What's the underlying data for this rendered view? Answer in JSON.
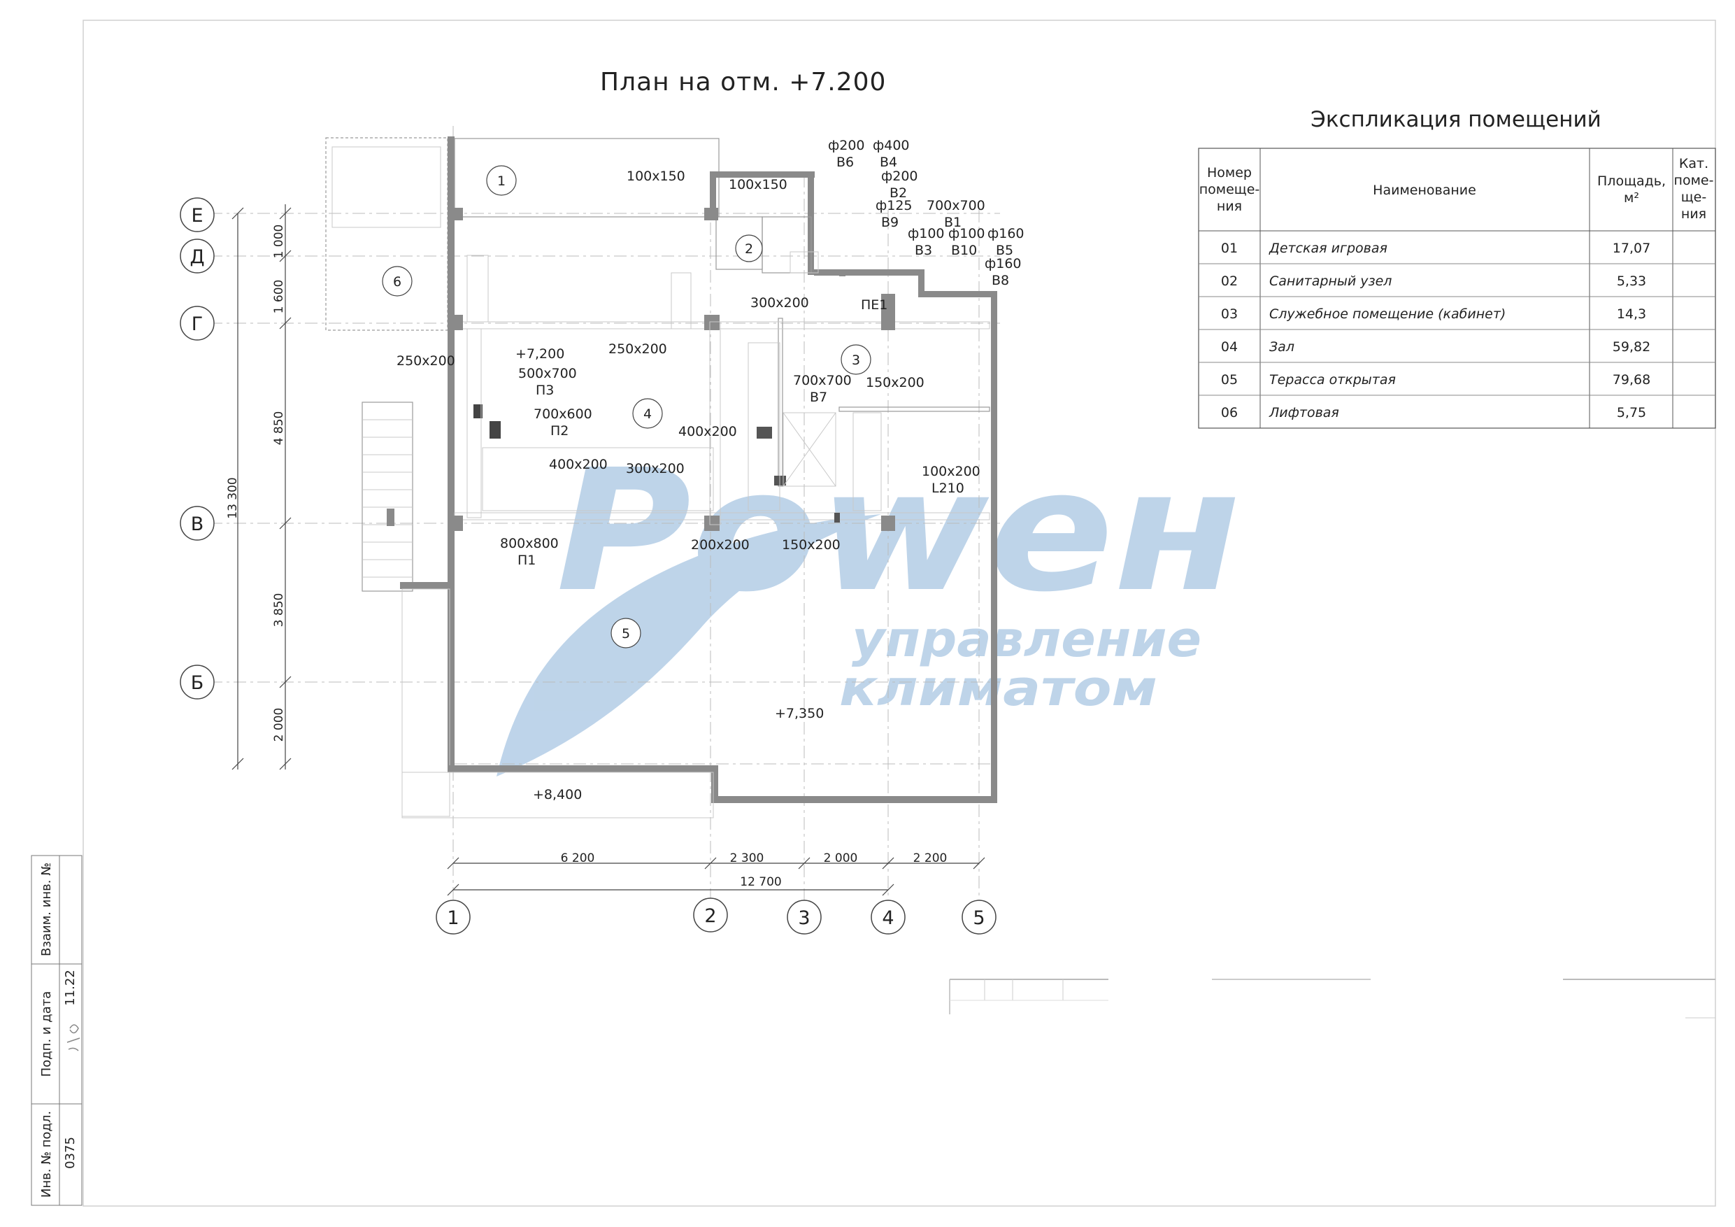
{
  "drawing": {
    "title": "План на отм. +7.200",
    "axes_letters": [
      "Е",
      "Д",
      "Г",
      "В",
      "Б"
    ],
    "axes_numbers": [
      "1",
      "2",
      "3",
      "4",
      "5"
    ],
    "dims_vertical": [
      "1 000",
      "1 600",
      "4 850",
      "3 850",
      "2 000"
    ],
    "dim_total_vertical": "13 300",
    "dims_horizontal": [
      "6 200",
      "2 300",
      "2 000",
      "2 200"
    ],
    "dim_total_horizontal": "12 700",
    "room_tags": [
      "1",
      "2",
      "3",
      "4",
      "5",
      "6"
    ],
    "labels": {
      "l01": "100x150",
      "l02": "100x150",
      "l03": "ф200",
      "l04": "В6",
      "l05": "ф400",
      "l06": "В4",
      "l07": "ф200",
      "l08": "В2",
      "l09": "ф125",
      "l10": "В9",
      "l11": "700x700",
      "l12": "В1",
      "l13": "ф100",
      "l14": "В3",
      "l15": "ф100",
      "l16": "В10",
      "l17": "ф160",
      "l18": "В5",
      "l19": "ф160",
      "l20": "В8",
      "l21": "300x200",
      "l22": "ПЕ1",
      "l23": "250x200",
      "l24": "250x200",
      "l25": "+7,200",
      "l26": "500x700",
      "l27": "П3",
      "l28": "700x600",
      "l29": "П2",
      "l30": "400x200",
      "l31": "700x700",
      "l32": "В7",
      "l33": "150x200",
      "l34": "400x200",
      "l35": "300x200",
      "l36": "100x200",
      "l37": "L210",
      "l38": "800x800",
      "l39": "П1",
      "l40": "200x200",
      "l41": "150x200",
      "l42": "+7,350",
      "l43": "+8,400"
    }
  },
  "watermark": {
    "logo_text": "Роwен",
    "tagline_1": "управление",
    "tagline_2": "климатом"
  },
  "explication": {
    "title": "Экспликация помещений",
    "headers": {
      "num": [
        "Номер",
        "помеще-",
        "ния"
      ],
      "name": "Наименование",
      "area": [
        "Площадь,",
        "м²"
      ],
      "cat": [
        "Кат.",
        "поме-",
        "ще-",
        "ния"
      ]
    },
    "rows": [
      {
        "num": "01",
        "name": "Детская игровая",
        "area": "17,07",
        "cat": ""
      },
      {
        "num": "02",
        "name": "Санитарный узел",
        "area": "5,33",
        "cat": ""
      },
      {
        "num": "03",
        "name": "Служебное помещение (кабинет)",
        "area": "14,3",
        "cat": ""
      },
      {
        "num": "04",
        "name": "Зал",
        "area": "59,82",
        "cat": ""
      },
      {
        "num": "05",
        "name": "Терасса открытая",
        "area": "79,68",
        "cat": ""
      },
      {
        "num": "06",
        "name": "Лифтовая",
        "area": "5,75",
        "cat": ""
      }
    ]
  },
  "side_stamp": {
    "f1_label": "Взаим. инв. №",
    "f2_label": "Подп. и дата",
    "f2_value": "11.22",
    "f3_label": "Инв. № подл.",
    "f3_value": "0375"
  }
}
